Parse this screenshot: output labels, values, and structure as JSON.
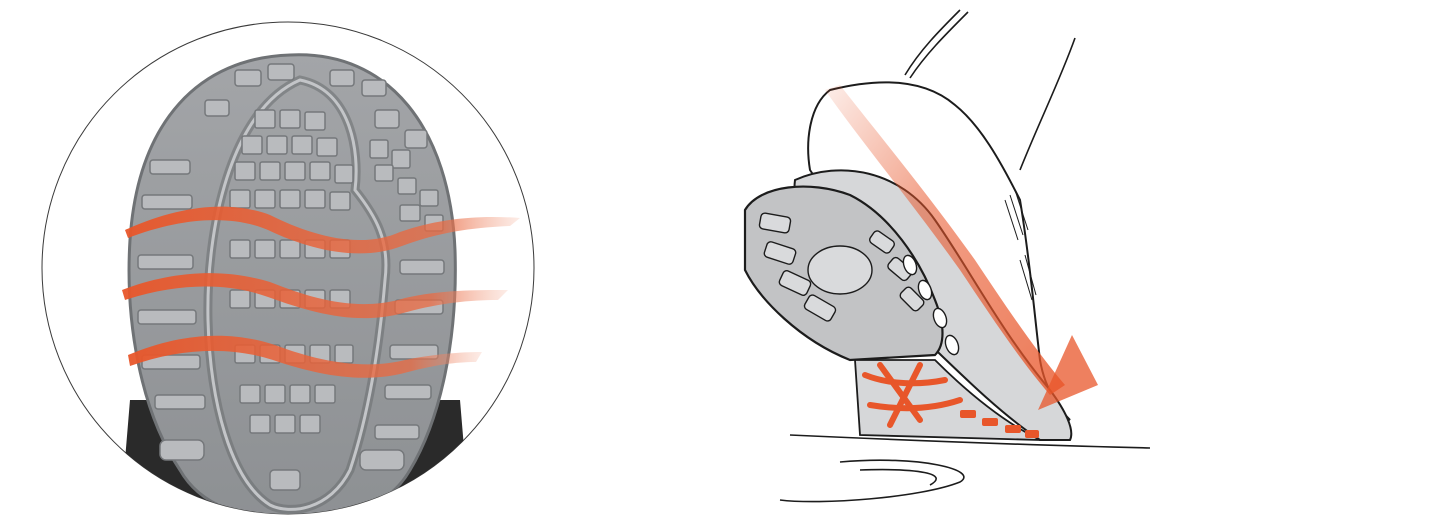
{
  "figures": [
    {
      "id": "sole-closeup",
      "kind": "illustration",
      "description_icon": "shoe-sole-tread-icon"
    },
    {
      "id": "step-sketch",
      "kind": "illustration",
      "description_icon": "shoe-step-sketch-icon"
    }
  ],
  "colors": {
    "sole_grey": "#9a9c9f",
    "sole_dark": "#6f7275",
    "tread_light": "#c3c5c8",
    "accent_orange": "#e8562a",
    "accent_soft": "#f2a287",
    "outline": "#1c1c1c",
    "shoe_black": "#2a2a2a"
  }
}
